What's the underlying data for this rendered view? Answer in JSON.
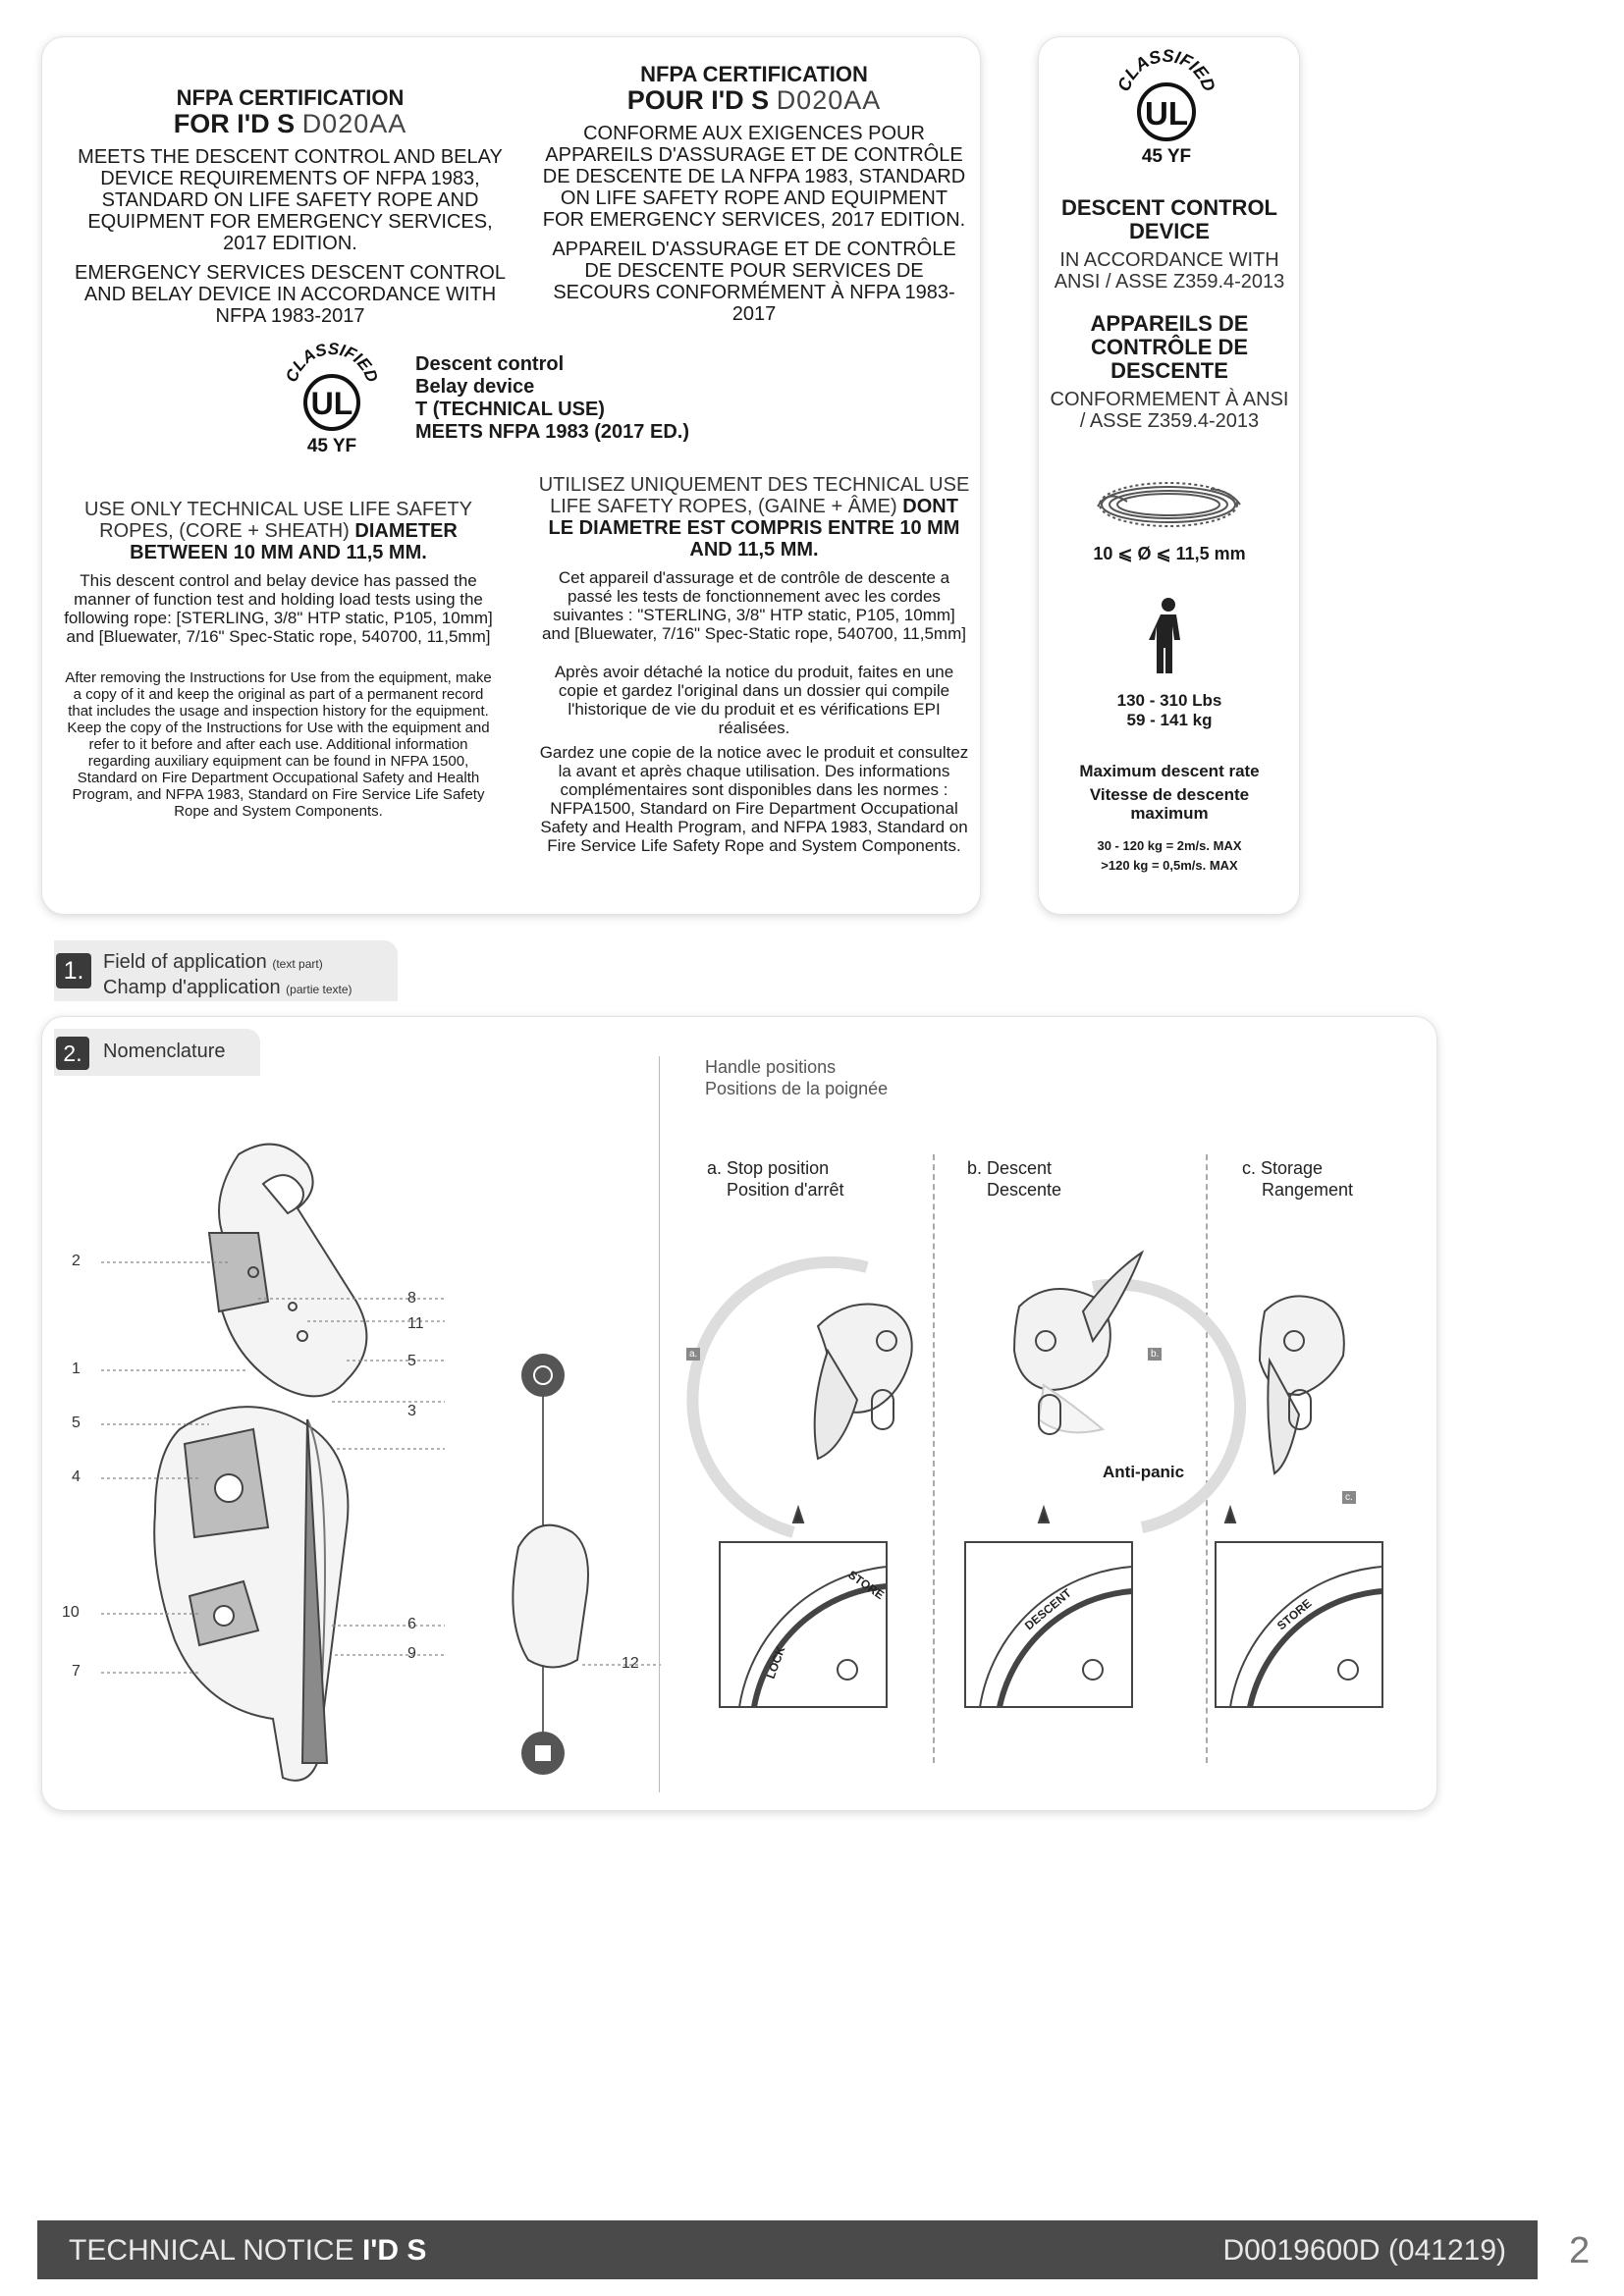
{
  "left_panel": {
    "en": {
      "title": "NFPA CERTIFICATION",
      "subtitle_bold": "FOR I'D S",
      "subtitle_ref": "D020AA",
      "p1": "MEETS THE DESCENT CONTROL AND BELAY DEVICE REQUIREMENTS OF NFPA 1983, STANDARD ON LIFE SAFETY ROPE AND EQUIPMENT FOR EMERGENCY SERVICES, 2017 EDITION.",
      "p2": "EMERGENCY SERVICES DESCENT CONTROL AND BELAY DEVICE IN ACCORDANCE WITH NFPA 1983-2017",
      "ul_label": {
        "line1": "Descent control",
        "line2": "Belay device",
        "line3": "T (TECHNICAL USE)",
        "line4": "MEETS NFPA 1983 (2017 ED.)"
      },
      "rope_light": "USE ONLY TECHNICAL USE LIFE SAFETY ROPES, (CORE + SHEATH)",
      "rope_bold": "DIAMETER BETWEEN 10 MM AND 11,5 MM.",
      "tested": "This descent control and belay device has passed the manner of function test and holding load tests using the following rope: [STERLING, 3/8\" HTP static, P105, 10mm] and [Bluewater, 7/16\" Spec-Static rope, 540700, 11,5mm]",
      "after": "After removing the Instructions for Use from the equipment, make a copy of it and keep the original as part of a permanent record that includes the usage and inspection history for the equipment. Keep the copy of the Instructions for Use with the equipment and refer to it before and after each use. Additional information regarding auxiliary equipment can be found in NFPA 1500, Standard on Fire Department Occupational Safety and Health Program, and NFPA 1983, Standard on Fire Service Life Safety Rope and System Components."
    },
    "fr": {
      "title": "NFPA CERTIFICATION",
      "subtitle_bold": "POUR I'D S",
      "subtitle_ref": "D020AA",
      "p1": "CONFORME AUX EXIGENCES POUR APPAREILS D'ASSURAGE ET DE CONTRÔLE DE DESCENTE DE LA NFPA 1983, STANDARD ON LIFE SAFETY ROPE AND EQUIPMENT FOR EMERGENCY SERVICES, 2017 EDITION.",
      "p2": "APPAREIL D'ASSURAGE ET DE CONTRÔLE DE DESCENTE POUR SERVICES DE SECOURS CONFORMÉMENT À NFPA 1983-2017",
      "rope_light": "UTILISEZ UNIQUEMENT DES TECHNICAL USE LIFE SAFETY ROPES, (GAINE + ÂME)",
      "rope_bold": "DONT LE DIAMETRE EST COMPRIS ENTRE 10 MM AND 11,5 MM.",
      "tested": "Cet appareil d'assurage et de contrôle de descente a passé les tests de fonctionnement avec les cordes suivantes : \"STERLING, 3/8\" HTP static, P105, 10mm] and [Bluewater, 7/16\" Spec-Static rope, 540700, 11,5mm]",
      "after1": "Après avoir détaché la notice du produit, faites en une copie et gardez l'original dans un dossier qui compile l'historique de vie du produit et es vérifications EPI réalisées.",
      "after2": "Gardez une copie de la notice avec le produit et consultez la avant et après chaque utilisation. Des informations complémentaires sont disponibles dans les normes : NFPA1500, Standard on Fire Department Occupational Safety and Health Program, and NFPA 1983, Standard on Fire Service Life Safety Rope and System Components."
    }
  },
  "ul_logo": {
    "arc": "CLASSIFIED",
    "letters": "UL",
    "code": "45 YF"
  },
  "right_panel": {
    "h1": "DESCENT CONTROL DEVICE",
    "p1": "IN ACCORDANCE WITH ANSI / ASSE Z359.4-2013",
    "h2": "APPAREILS DE CONTRÔLE DE DESCENTE",
    "p2": "CONFORMEMENT À ANSI / ASSE Z359.4-2013",
    "rope_range": "10 ⩽ Ø ⩽ 11,5 mm",
    "weight_lbs": "130 - 310 Lbs",
    "weight_kg": "59 - 141 kg",
    "max_rate_en": "Maximum descent rate",
    "max_rate_fr": "Vitesse de descente maximum",
    "rate1": "30 - 120 kg = 2m/s. MAX",
    "rate2": ">120 kg = 0,5m/s. MAX"
  },
  "section1": {
    "num": "1.",
    "line1": "Field of application",
    "line1_small": "(text part)",
    "line2": "Champ d'application",
    "line2_small": "(partie texte)"
  },
  "section2": {
    "num": "2.",
    "title": "Nomenclature"
  },
  "nomenclature": {
    "callouts": [
      "2",
      "8",
      "11",
      "1",
      "5",
      "5",
      "3",
      "4",
      "10",
      "6",
      "9",
      "7",
      "12"
    ]
  },
  "handle": {
    "title1": "Handle positions",
    "title2": "Positions de la poignée",
    "a_en": "a. Stop position",
    "a_fr": "Position d'arrêt",
    "b_en": "b. Descent",
    "b_fr": "Descente",
    "c_en": "c. Storage",
    "c_fr": "Rangement",
    "anti_panic": "Anti-panic",
    "tag_a": "a.",
    "tag_b": "b.",
    "tag_c": "c.",
    "dial_lock": "LOCK",
    "dial_store": "STORE",
    "dial_descent": "DESCENT"
  },
  "footer": {
    "left_light": "TECHNICAL NOTICE",
    "left_bold": "I'D S",
    "ref": "D0019600D (041219)",
    "page": "2"
  }
}
